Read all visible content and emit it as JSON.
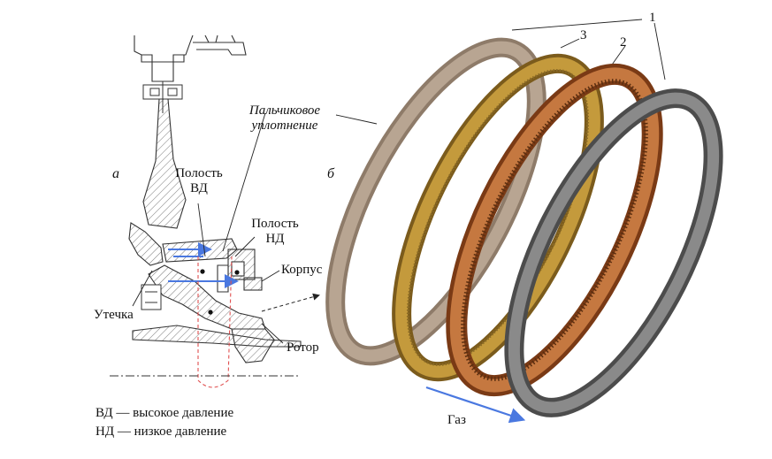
{
  "panel_a": {
    "letter": "а",
    "cavity_hp_line1": "Полость",
    "cavity_hp_line2": "ВД",
    "cavity_lp_line1": "Полость",
    "cavity_lp_line2": "НД",
    "housing": "Корпус",
    "leak": "Утечка",
    "rotor": "Ротор"
  },
  "panel_b": {
    "letter": "б",
    "seal_line1": "Пальчиковое",
    "seal_line2": "уплотнение",
    "gas": "Газ",
    "num_1": "1",
    "num_2": "2",
    "num_3": "3"
  },
  "legend": {
    "hp": "ВД — высокое давление",
    "lp": "НД — низкое давление"
  },
  "colors": {
    "flow_arrow": "#4a78e0",
    "outer_ring": "#a89683",
    "gold_ring": "#b38a2e",
    "copper_ring": "#b86a35",
    "grey_ring": "#757575"
  }
}
